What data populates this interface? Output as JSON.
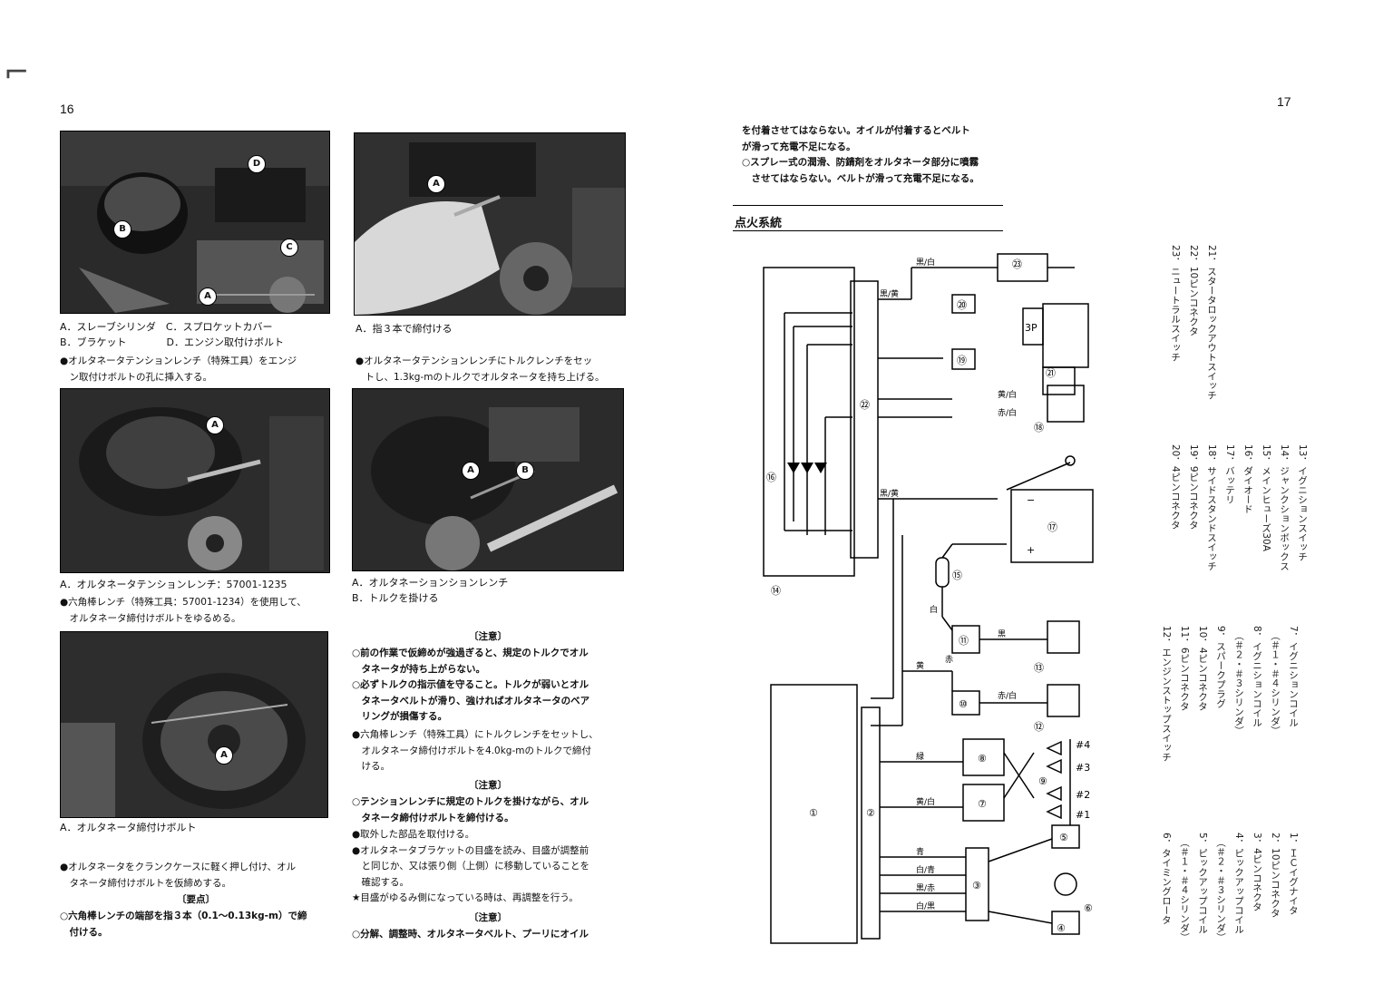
{
  "page_left": {
    "page_number": "16",
    "photo1": {
      "labels": [
        "D",
        "B",
        "C",
        "A"
      ],
      "caption": [
        "A．スレーブシリンダ　C．スプロケットカバー",
        "B．ブラケット　　　　D．エンジン取付けボルト"
      ]
    },
    "text1": [
      "●オルタネータテンションレンチ（特殊工具）をエンジ",
      "　ン取付けボルトの孔に挿入する。"
    ],
    "photo2": {
      "labels": [
        "A"
      ],
      "caption": [
        "A．指３本で締付ける"
      ]
    },
    "text2": [
      "●オルタネータテンションレンチにトルクレンチをセッ",
      "　トし、1.3kg-mのトルクでオルタネータを持ち上げる。"
    ],
    "photo3": {
      "labels": [
        "A"
      ],
      "caption": [
        "A．オルタネータテンションレンチ：57001-1235"
      ]
    },
    "text3": [
      "●六角棒レンチ（特殊工具：57001-1234）を使用して、",
      "　オルタネータ締付けボルトをゆるめる。"
    ],
    "photo4": {
      "labels": [
        "A",
        "B"
      ],
      "caption": [
        "A．オルタネーションションレンチ",
        "B．トルクを掛ける"
      ]
    },
    "photo5": {
      "labels": [
        "A"
      ],
      "caption": [
        "A．オルタネータ締付けボルト"
      ]
    },
    "text5": [
      "●オルタネータをクランクケースに軽く押し付け、オル",
      "　タネータ締付けボルトを仮締めする。"
    ],
    "point_title": "〔要点〕",
    "point_text": [
      "○六角棒レンチの端部を指３本（0.1〜0.13kg-m）で締",
      "　付ける。"
    ],
    "caution1_title": "〔注意〕",
    "caution1_items": [
      "○前の作業で仮締めが強過ぎると、規定のトルクでオル",
      "　タネータが持ち上がらない。",
      "○必ずトルクの指示値を守ること。トルクが弱いとオル",
      "　タネータベルトが滑り、強ければオルタネータのベア",
      "　リングが損傷する。"
    ],
    "text6": [
      "●六角棒レンチ（特殊工具）にトルクレンチをセットし、",
      "　オルタネータ締付けボルトを4.0kg-mのトルクで締付",
      "　ける。"
    ],
    "caution2_title": "〔注意〕",
    "caution2_items": [
      "○テンションレンチに規定のトルクを掛けながら、オル",
      "　タネータ締付けボルトを締付ける。"
    ],
    "text7": [
      "●取外した部品を取付ける。",
      "●オルタネータブラケットの目盛を読み、目盛が調整前",
      "　と同じか、又は張り側（上側）に移動していることを",
      "　確認する。",
      "★目盛がゆるみ側になっている時は、再調整を行う。"
    ],
    "caution3_title": "〔注意〕",
    "caution3_items": [
      "○分解、調整時、オルタネータベルト、プーリにオイル"
    ]
  },
  "page_right": {
    "page_number": "17",
    "continued_text": [
      "を付着させてはならない。オイルが付着するとベルト",
      "が滑って充電不足になる。",
      "○スプレー式の潤滑、防錆剤をオルタネータ部分に噴霧",
      "　させてはならない。ベルトが滑って充電不足になる。"
    ],
    "section_title": "点火系統",
    "diagram_labels": {
      "components": [
        "①",
        "②",
        "③",
        "④",
        "⑤",
        "⑥",
        "⑦",
        "⑧",
        "⑨",
        "⑩",
        "⑪",
        "⑫",
        "⑬",
        "⑭",
        "⑮",
        "⑯",
        "⑰",
        "⑱",
        "⑲",
        "⑳",
        "㉑",
        "㉒",
        "㉓"
      ],
      "cylinders": [
        "#1",
        "#2",
        "#3",
        "#4"
      ],
      "connector": "3P",
      "wire_colors": [
        "黒/黄",
        "黒/白",
        "黒/黄",
        "赤",
        "黄",
        "赤/白",
        "黒",
        "緑",
        "黄/白",
        "青",
        "白/青",
        "黒/赤",
        "白/黒",
        "黄/白",
        "赤/白",
        "白"
      ],
      "battery": [
        "−",
        "+"
      ]
    },
    "legend_col1": [
      "1．ＩＣイグナイタ",
      "2．10ピンコネクタ",
      "3．4ピンコネクタ",
      "4．ピックアップコイル",
      "　（＃２・＃３シリンダ）",
      "5．ピックアップコイル",
      "　（＃１・＃４シリンダ）",
      "6．タイミングロータ"
    ],
    "legend_col2": [
      "7．イグニションコイル",
      "　（＃１・＃４シリンダ）",
      "8．イグニションコイル",
      "　（＃２・＃３シリンダ）",
      "9．スパークプラグ",
      "10．4ピンコネクタ",
      "11．6ピンコネクタ",
      "12．エンジンストップスイッチ"
    ],
    "legend_col3": [
      "13．イグニションスイッチ",
      "14．ジャンクションボックス",
      "15．メインヒューズ30A",
      "16．ダイオード",
      "17．バッテリ",
      "18．サイドスタンドスイッチ",
      "19．9ピンコネクタ",
      "20．4ピンコネクタ"
    ],
    "legend_col4": [
      "21．スタータロックアウトスイッチ",
      "22．10ピンコネクタ",
      "23．ニュートラルスイッチ"
    ]
  }
}
